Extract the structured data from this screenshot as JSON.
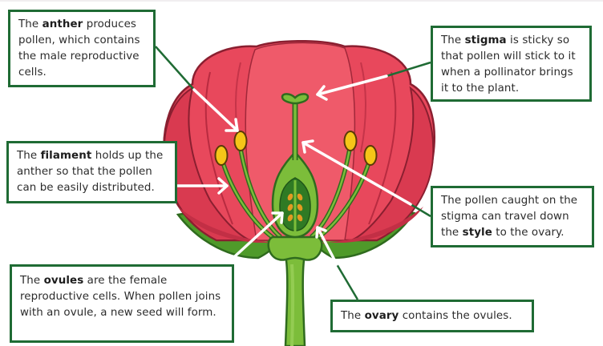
{
  "diagram": {
    "subject": "Parts of a flower (cross-section)",
    "colors": {
      "petal": "#e8485c",
      "petal_dark": "#c22f45",
      "petal_light": "#ef6170",
      "green": "#7cbd3a",
      "green_dark": "#2f6b1e",
      "green_mid": "#4f9a2a",
      "anther": "#f5c518",
      "ovule": "#e39a22",
      "box_border": "#1f6b34",
      "leader_line": "#1f6b34",
      "arrow": "#ffffff",
      "text": "#2b2b2b"
    },
    "labels": [
      {
        "id": "anther",
        "before": "The ",
        "term": "anther",
        "after": " produces pollen, which contains the male reproductive cells."
      },
      {
        "id": "stigma",
        "before": "The ",
        "term": "stigma",
        "after": " is sticky so that pollen will stick to it when a pollinator brings it to the plant."
      },
      {
        "id": "filament",
        "before": "The ",
        "term": "filament",
        "after": " holds up the anther so that the pollen can be easily distributed."
      },
      {
        "id": "style",
        "before": "The pollen caught on the stigma can travel down the ",
        "term": "style",
        "after": " to the ovary."
      },
      {
        "id": "ovules",
        "before": "The ",
        "term": "ovules",
        "after": " are the female reproductive cells. When pollen joins with an ovule, a new seed will form."
      },
      {
        "id": "ovary",
        "before": "The ",
        "term": "ovary",
        "after": " contains the ovules."
      }
    ]
  }
}
